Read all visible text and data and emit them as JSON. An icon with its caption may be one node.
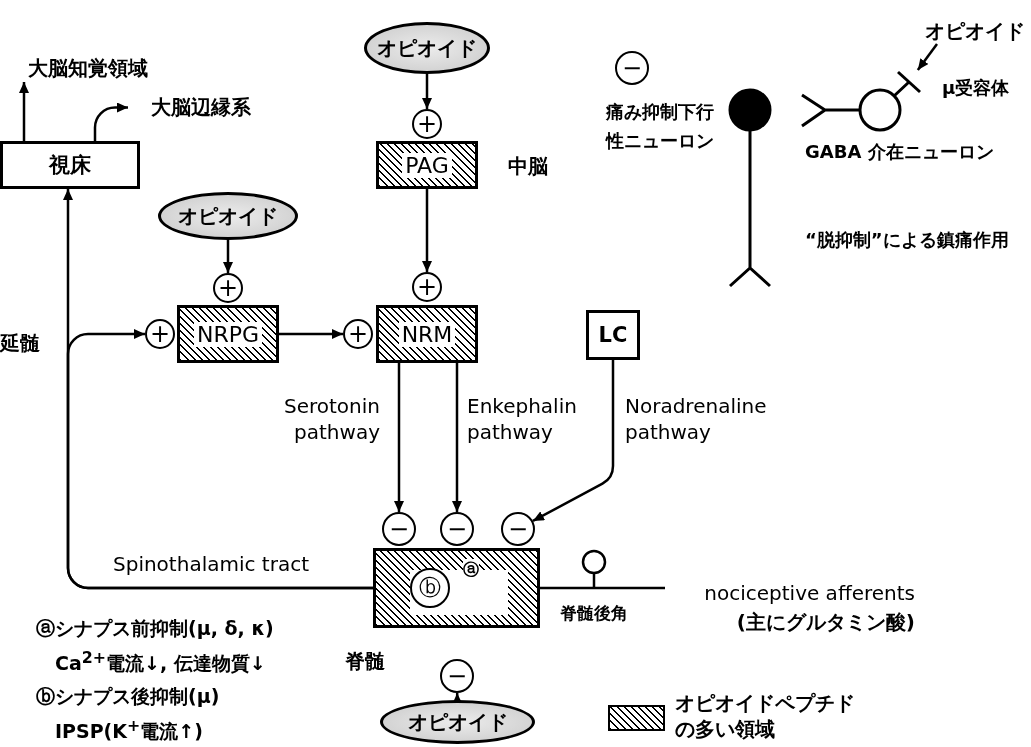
{
  "diagram": {
    "nodes": [
      {
        "text": [
          "オピオイド"
        ]
      },
      {
        "text": [
          "+"
        ]
      },
      {
        "text": [
          "PAG"
        ],
        "beside": [
          "中脳"
        ]
      },
      {
        "text": [
          "大脳知覚領域"
        ]
      },
      {
        "text": [
          "大脳辺縁系"
        ]
      },
      {
        "text": [
          "視床"
        ]
      },
      {
        "text": [
          "オピオイド"
        ]
      },
      {
        "text": [
          "+"
        ]
      },
      {
        "text": [
          "+"
        ]
      },
      {
        "text": [
          "NRPG"
        ]
      },
      {
        "text": [
          "+"
        ]
      },
      {
        "text": [
          "+"
        ]
      },
      {
        "text": [
          "NRM"
        ]
      },
      {
        "text": [
          "LC"
        ]
      },
      {
        "text": [
          "−"
        ]
      },
      {
        "text": [
          "−"
        ]
      },
      {
        "text": [
          "−"
        ]
      },
      {
        "text": [],
        "shape": "box",
        "beside": [
          "脊髄"
        ]
      },
      {
        "text": [
          "ⓑ"
        ],
        "in": 17
      },
      {
        "text": [
          "nociceptive afferents",
          "(主にグルタミン酸)"
        ]
      },
      {
        "text": [
          "−"
        ]
      },
      {
        "text": [
          "オピオイド"
        ]
      },
      {
        "text": [
          "−"
        ]
      },
      {
        "text": [
          "オピオイド"
        ]
      },
      {
        "text": [],
        "shape": "bar"
      }
    ],
    "edges": [
      {
        "from": 0,
        "to": 1,
        "arrow": "to"
      },
      {
        "from": 2,
        "to": 11,
        "arrow": "to"
      },
      {
        "from": 6,
        "to": 7,
        "arrow": "to"
      },
      {
        "from": 9,
        "to": 10,
        "arrow": "to"
      },
      {
        "from": 18,
        "to": 5,
        "arrow": "to",
        "label": "Spinothalamic tract"
      },
      {
        "from": 18,
        "to": 8,
        "arrow": "to"
      },
      {
        "from": 12,
        "to": 14,
        "arrow": "to",
        "label": "Serotonin pathway"
      },
      {
        "from": 12,
        "to": 15,
        "arrow": "to",
        "label": "Enkephalin pathway"
      },
      {
        "from": 13,
        "to": 16,
        "arrow": "to",
        "label": "Noradrenaline pathway"
      },
      {
        "from": 21,
        "to": 20,
        "arrow": "to"
      },
      {
        "from": 5,
        "to": 3,
        "arrow": "to"
      },
      {
        "from": 5,
        "to": 4,
        "arrow": "to"
      },
      {
        "from": 19,
        "to": 17,
        "arrow": "none"
      },
      {
        "from": 23,
        "to": 24,
        "arrow": "to"
      }
    ],
    "labels": [
      "延髄",
      "ⓐ",
      "脊髄後角",
      "ⓐシナプス前抑制(μ, δ, κ)",
      "Ca$^{2+}$電流↓, 伝達物質↓",
      "ⓑシナプス後抑制(μ)",
      "IPSP(K$^{+}$電流↑)",
      "痛み抑制下行性ニューロン",
      "μ受容体",
      "GABA 介在ニューロン",
      "“脱抑制”による鎮痛作用"
    ],
    "legend": [
      {
        "text": "オピオイドペプチドの多い領域"
      }
    ]
  }
}
